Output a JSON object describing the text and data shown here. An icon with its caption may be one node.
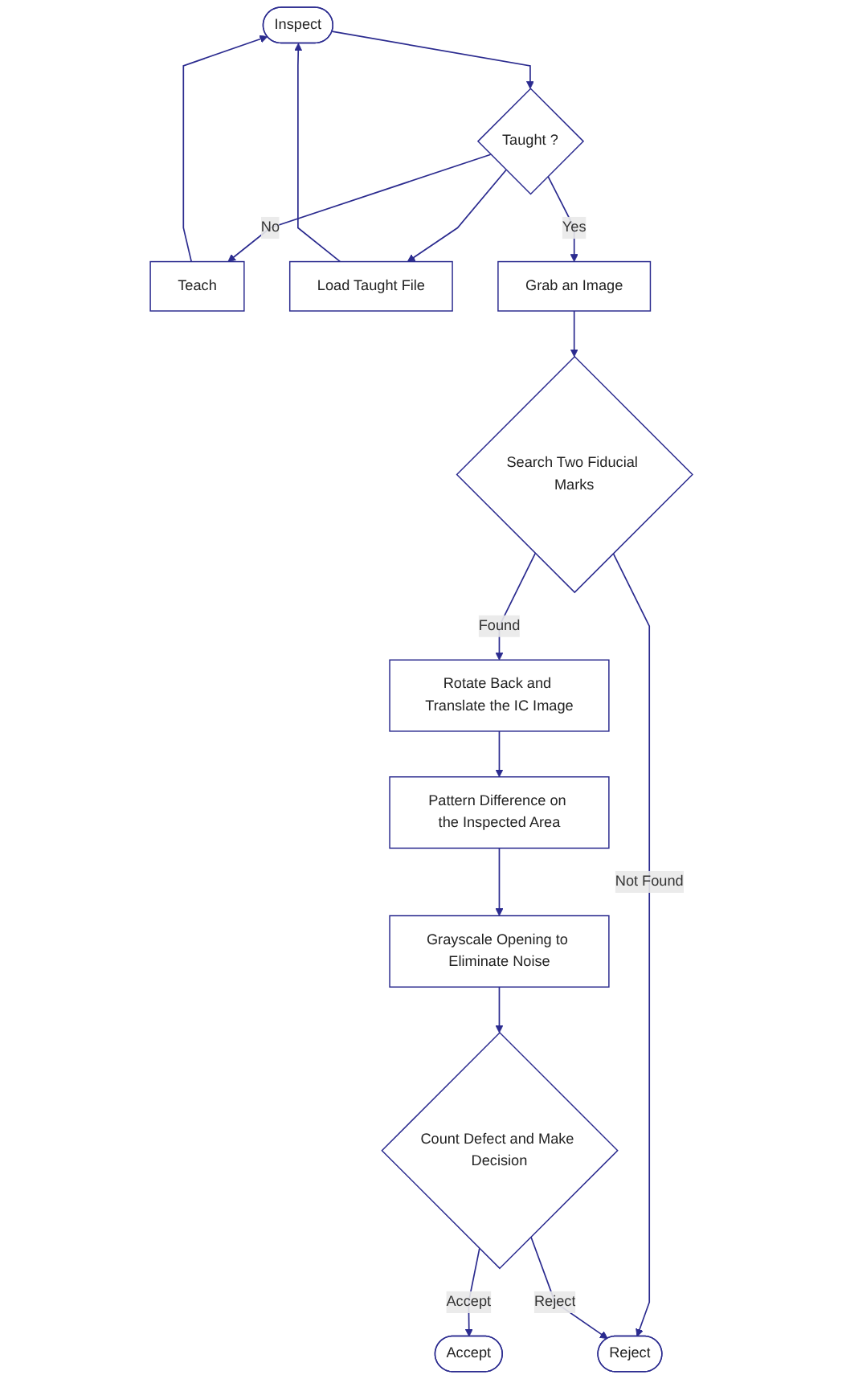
{
  "diagram": {
    "nodes": [
      {
        "text": [
          "Inspect"
        ]
      },
      {
        "text": [
          "Taught ?"
        ]
      },
      {
        "text": [
          "Teach"
        ]
      },
      {
        "text": [
          "Load Taught File"
        ]
      },
      {
        "text": [
          "Grab an Image"
        ]
      },
      {
        "text": [
          "Search Two Fiducial Marks"
        ]
      },
      {
        "text": [
          "Rotate Back and Translate the IC Image"
        ]
      },
      {
        "text": [
          "Pattern Difference on the Inspected Area"
        ]
      },
      {
        "text": [
          "Grayscale Opening to Eliminate Noise"
        ]
      },
      {
        "text": [
          "Count Defect and Make Decision"
        ]
      },
      {
        "text": [
          "Accept"
        ]
      },
      {
        "text": [
          "Reject"
        ]
      }
    ],
    "edges": [
      {
        "from": 0,
        "to": 1,
        "arrow": "to"
      },
      {
        "from": 1,
        "to": 2,
        "arrow": "to",
        "label": "No"
      },
      {
        "from": 1,
        "to": 3,
        "arrow": "to"
      },
      {
        "from": 2,
        "to": 0,
        "arrow": "to"
      },
      {
        "from": 3,
        "to": 0,
        "arrow": "to"
      },
      {
        "from": 1,
        "to": 4,
        "arrow": "to",
        "label": "Yes"
      },
      {
        "from": 4,
        "to": 5,
        "arrow": "to"
      },
      {
        "from": 5,
        "to": 6,
        "arrow": "to",
        "label": "Found"
      },
      {
        "from": 5,
        "to": 11,
        "arrow": "to",
        "label": "Not Found"
      },
      {
        "from": 6,
        "to": 7,
        "arrow": "to"
      },
      {
        "from": 7,
        "to": 8,
        "arrow": "to"
      },
      {
        "from": 8,
        "to": 9,
        "arrow": "to"
      },
      {
        "from": 9,
        "to": 10,
        "arrow": "to",
        "label": "Accept"
      },
      {
        "from": 9,
        "to": 11,
        "arrow": "to",
        "label": "Reject"
      }
    ]
  }
}
